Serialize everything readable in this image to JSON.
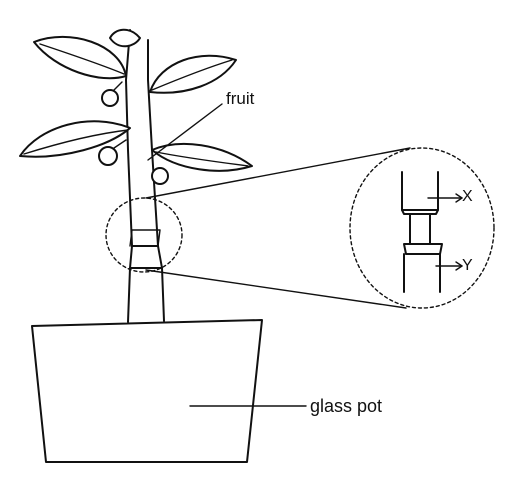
{
  "labels": {
    "fruit": "fruit",
    "glass_pot": "glass pot",
    "x": "X",
    "y": "Y"
  },
  "colors": {
    "ink": "#111111",
    "background": "#ffffff"
  }
}
